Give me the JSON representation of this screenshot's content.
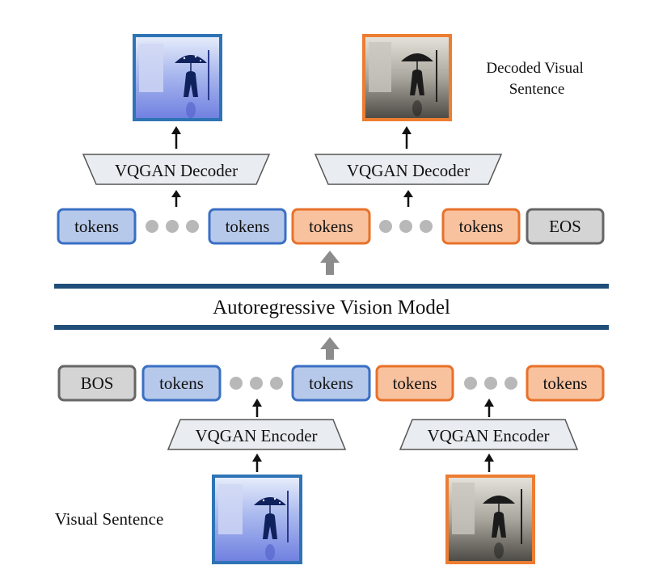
{
  "model": {
    "label": "Autoregressive Vision Model"
  },
  "labels": {
    "decoded": [
      "Decoded Visual",
      "Sentence"
    ],
    "input": "Visual Sentence"
  },
  "token": {
    "label": "tokens",
    "bos": "BOS",
    "eos": "EOS"
  },
  "modules": {
    "decoder": "VQGAN Decoder",
    "encoder": "VQGAN Encoder"
  },
  "colors": {
    "blue_border": "#3a6fc4",
    "blue_fill": "#b7c9ea",
    "orange_border": "#e8712a",
    "orange_fill": "#f8c29f",
    "gray_border": "#666666",
    "gray_fill": "#d4d4d4",
    "module_fill": "#e9ecf0",
    "model_line": "#1f4e79",
    "dot": "#b8b8b8",
    "arrow_black": "#111111",
    "arrow_gray": "#8c8c8c",
    "image_blue_border": "#2e74b5",
    "image_orange_border": "#ed7d31"
  }
}
